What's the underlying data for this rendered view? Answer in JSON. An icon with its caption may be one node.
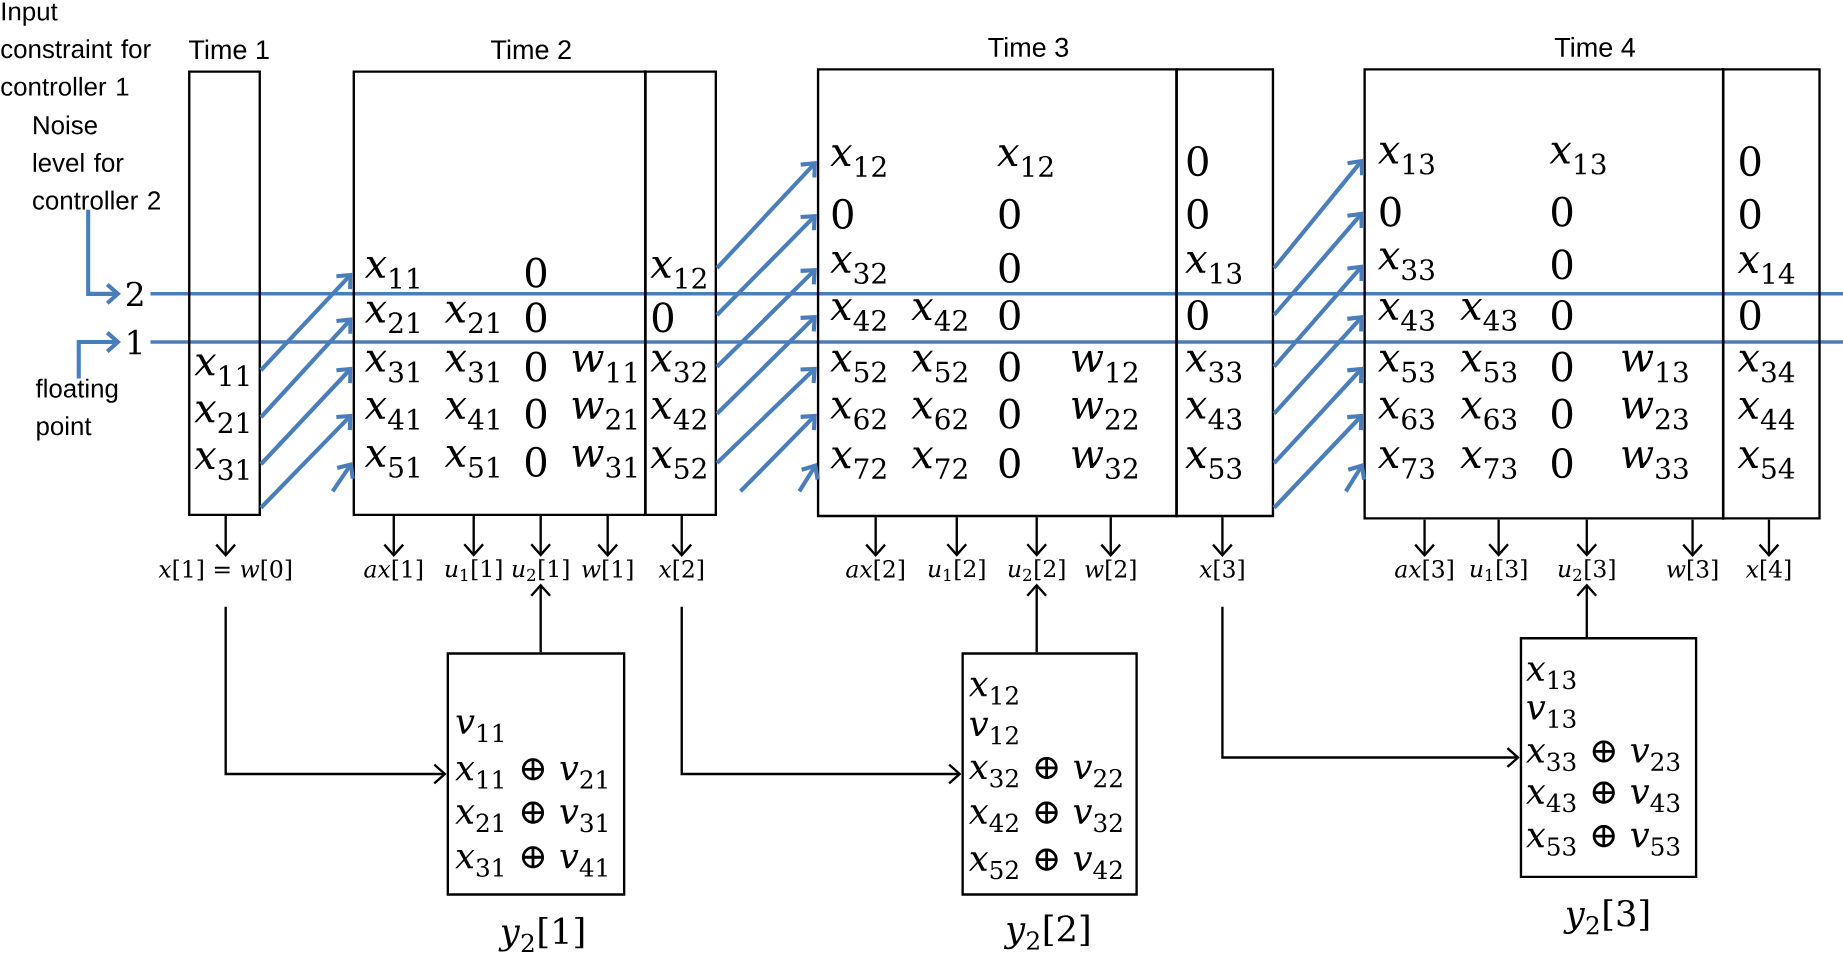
{
  "diagram": {
    "nodes": [
      {
        "text": [
          "Time 1",
          "*x*$_{11}$",
          "*x*$_{21}$",
          "*x*$_{31}$"
        ]
      },
      {
        "text": [
          "Time 2",
          "*x*$_{11}$",
          "0",
          "*x*$_{21}$",
          "*x*$_{21}$",
          "0",
          "*x*$_{31}$",
          "*x*$_{31}$",
          "0",
          "*w*$_{11}$",
          "*x*$_{41}$",
          "*x*$_{41}$",
          "0",
          "*w*$_{21}$",
          "*x*$_{51}$",
          "*x*$_{51}$",
          "0",
          "*w*$_{31}$"
        ]
      },
      {
        "text": [
          "*x*$_{12}$",
          "0",
          "*x*$_{32}$",
          "*x*$_{42}$",
          "*x*$_{52}$"
        ]
      },
      {
        "text": [
          "Time 3",
          "*x*$_{12}$",
          "*x*$_{12}$",
          "0",
          "0",
          "*x*$_{32}$",
          "0",
          "*x*$_{42}$",
          "*x*$_{42}$",
          "0",
          "*x*$_{52}$",
          "*x*$_{52}$",
          "0",
          "*w*$_{12}$",
          "*x*$_{62}$",
          "*x*$_{62}$",
          "0",
          "*w*$_{22}$",
          "*x*$_{72}$",
          "*x*$_{72}$",
          "0",
          "*w*$_{32}$"
        ]
      },
      {
        "text": [
          "0",
          "0",
          "*x*$_{13}$",
          "0",
          "*x*$_{33}$",
          "*x*$_{43}$",
          "*x*$_{53}$"
        ]
      },
      {
        "text": [
          "Time 4",
          "*x*$_{13}$",
          "*x*$_{13}$",
          "0",
          "0",
          "*x*$_{33}$",
          "0",
          "*x*$_{43}$",
          "*x*$_{43}$",
          "0",
          "*x*$_{53}$",
          "*x*$_{53}$",
          "0",
          "*w*$_{13}$",
          "*x*$_{63}$",
          "*x*$_{63}$",
          "0",
          "*w*$_{23}$",
          "*x*$_{73}$",
          "*x*$_{73}$",
          "0",
          "*w*$_{33}$"
        ]
      },
      {
        "text": [
          "0",
          "0",
          "*x*$_{14}$",
          "0",
          "*x*$_{34}$",
          "*x*$_{44}$",
          "*x*$_{54}$"
        ]
      },
      {
        "text": [
          "2"
        ]
      },
      {
        "text": [
          "1"
        ]
      },
      {
        "text": [
          "Noise level for controller 2"
        ]
      },
      {
        "text": [
          "floating point"
        ]
      },
      {
        "text": [
          "*x*[1] = *w*[0]"
        ]
      },
      {
        "text": [
          "*ax*[1]"
        ]
      },
      {
        "text": [
          "*u*$_{1}$[1]"
        ]
      },
      {
        "text": [
          "*u*$_{2}$[1]"
        ]
      },
      {
        "text": [
          "*w*[1]"
        ]
      },
      {
        "text": [
          "*x*[2]"
        ]
      },
      {
        "text": [
          "*ax*[2]"
        ]
      },
      {
        "text": [
          "*u*$_{1}$[2]"
        ]
      },
      {
        "text": [
          "*u*$_{2}$[2]"
        ]
      },
      {
        "text": [
          "*w*[2]"
        ]
      },
      {
        "text": [
          "*x*[3]"
        ]
      },
      {
        "text": [
          "*ax*[3]"
        ]
      },
      {
        "text": [
          "*u*$_{1}$[3]"
        ]
      },
      {
        "text": [
          "*u*$_{2}$[3]"
        ]
      },
      {
        "text": [
          "*w*[3]"
        ]
      },
      {
        "text": [
          "*x*[4]"
        ]
      },
      {
        "text": [
          "*v*$_{11}$",
          "*x*$_{11}$ ⊕ *v*$_{21}$",
          "*x*$_{21}$ ⊕ *v*$_{31}$",
          "*x*$_{31}$ ⊕ *v*$_{41}$"
        ],
        "beside": [
          "*y*$_{2}$[1]"
        ]
      },
      {
        "text": [
          "*x*$_{12}$",
          "*v*$_{12}$",
          "*x*$_{32}$ ⊕ *v*$_{22}$",
          "*x*$_{42}$ ⊕ *v*$_{32}$",
          "*x*$_{52}$ ⊕ *v*$_{42}$"
        ],
        "beside": [
          "*y*$_{2}$[2]"
        ]
      },
      {
        "text": [
          "*x*$_{13}$",
          "*v*$_{13}$",
          "*x*$_{33}$ ⊕ *v*$_{23}$",
          "*x*$_{43}$ ⊕ *v*$_{43}$",
          "*x*$_{53}$ ⊕ *v*$_{53}$"
        ],
        "beside": [
          "*y*$_{2}$[3]"
        ]
      }
    ],
    "edges": [
      {
        "from": 9,
        "to": 7,
        "arrow": "to",
        "color": "#4a7ebb"
      },
      {
        "from": 10,
        "to": 8,
        "arrow": "to",
        "color": "#4a7ebb"
      },
      {
        "from": 0,
        "to": 1,
        "arrow": "to",
        "color": "#4a7ebb"
      },
      {
        "from": 0,
        "to": 1,
        "arrow": "to",
        "color": "#4a7ebb"
      },
      {
        "from": 0,
        "to": 1,
        "arrow": "to",
        "color": "#4a7ebb"
      },
      {
        "from": 0,
        "to": 1,
        "arrow": "to",
        "color": "#4a7ebb"
      },
      {
        "from": null,
        "to": 1,
        "arrow": "to",
        "color": "#4a7ebb"
      },
      {
        "from": 2,
        "to": 3,
        "arrow": "to",
        "color": "#4a7ebb"
      },
      {
        "from": 2,
        "to": 3,
        "arrow": "to",
        "color": "#4a7ebb"
      },
      {
        "from": 2,
        "to": 3,
        "arrow": "to",
        "color": "#4a7ebb"
      },
      {
        "from": 2,
        "to": 3,
        "arrow": "to",
        "color": "#4a7ebb"
      },
      {
        "from": 2,
        "to": 3,
        "arrow": "to",
        "color": "#4a7ebb"
      },
      {
        "from": null,
        "to": 3,
        "arrow": "to",
        "color": "#4a7ebb"
      },
      {
        "from": null,
        "to": 3,
        "arrow": "to",
        "color": "#4a7ebb"
      },
      {
        "from": 4,
        "to": 5,
        "arrow": "to",
        "color": "#4a7ebb"
      },
      {
        "from": 4,
        "to": 5,
        "arrow": "to",
        "color": "#4a7ebb"
      },
      {
        "from": 4,
        "to": 5,
        "arrow": "to",
        "color": "#4a7ebb"
      },
      {
        "from": 4,
        "to": 5,
        "arrow": "to",
        "color": "#4a7ebb"
      },
      {
        "from": 4,
        "to": 5,
        "arrow": "to",
        "color": "#4a7ebb"
      },
      {
        "from": 4,
        "to": 5,
        "arrow": "to",
        "color": "#4a7ebb"
      },
      {
        "from": null,
        "to": 5,
        "arrow": "to",
        "color": "#4a7ebb"
      },
      {
        "from": 0,
        "to": 11,
        "arrow": "to"
      },
      {
        "from": 1,
        "to": 12,
        "arrow": "to"
      },
      {
        "from": 1,
        "to": 13,
        "arrow": "to"
      },
      {
        "from": 1,
        "to": 14,
        "arrow": "to"
      },
      {
        "from": 1,
        "to": 15,
        "arrow": "to"
      },
      {
        "from": 2,
        "to": 16,
        "arrow": "to"
      },
      {
        "from": 3,
        "to": 17,
        "arrow": "to"
      },
      {
        "from": 3,
        "to": 18,
        "arrow": "to"
      },
      {
        "from": 3,
        "to": 19,
        "arrow": "to"
      },
      {
        "from": 3,
        "to": 20,
        "arrow": "to"
      },
      {
        "from": 4,
        "to": 21,
        "arrow": "to"
      },
      {
        "from": 5,
        "to": 22,
        "arrow": "to"
      },
      {
        "from": 5,
        "to": 23,
        "arrow": "to"
      },
      {
        "from": 5,
        "to": 24,
        "arrow": "to"
      },
      {
        "from": 5,
        "to": 25,
        "arrow": "to"
      },
      {
        "from": 6,
        "to": 26,
        "arrow": "to"
      },
      {
        "from": 11,
        "to": 27,
        "arrow": "to"
      },
      {
        "from": 16,
        "to": 28,
        "arrow": "to"
      },
      {
        "from": 21,
        "to": 29,
        "arrow": "to"
      },
      {
        "from": 27,
        "to": 14,
        "arrow": "to"
      },
      {
        "from": 28,
        "to": 19,
        "arrow": "to"
      },
      {
        "from": 29,
        "to": 24,
        "arrow": "to"
      }
    ],
    "labels": [
      "Input constraint for controller 1"
    ]
  }
}
